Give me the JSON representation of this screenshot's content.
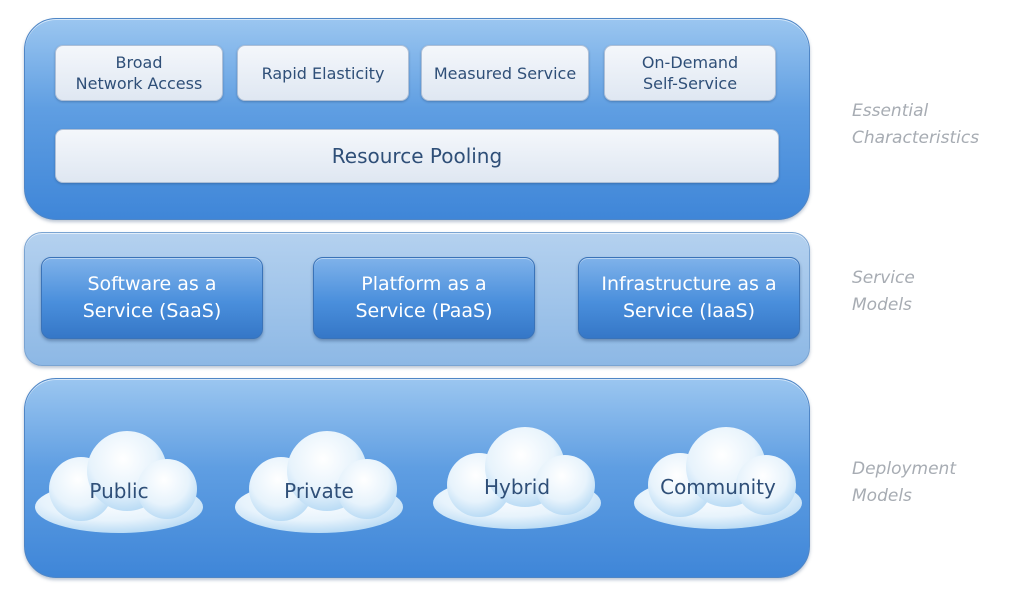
{
  "essential": {
    "label": "Essential\nCharacteristics",
    "items": [
      "Broad\nNetwork Access",
      "Rapid Elasticity",
      "Measured Service",
      "On-Demand\nSelf-Service"
    ],
    "pool": "Resource Pooling"
  },
  "service": {
    "label": "Service\nModels",
    "items": [
      "Software as a\nService (SaaS)",
      "Platform as a\nService (PaaS)",
      "Infrastructure as a\nService (IaaS)"
    ]
  },
  "deployment": {
    "label": "Deployment\nModels",
    "items": [
      "Public",
      "Private",
      "Hybrid",
      "Community"
    ]
  }
}
